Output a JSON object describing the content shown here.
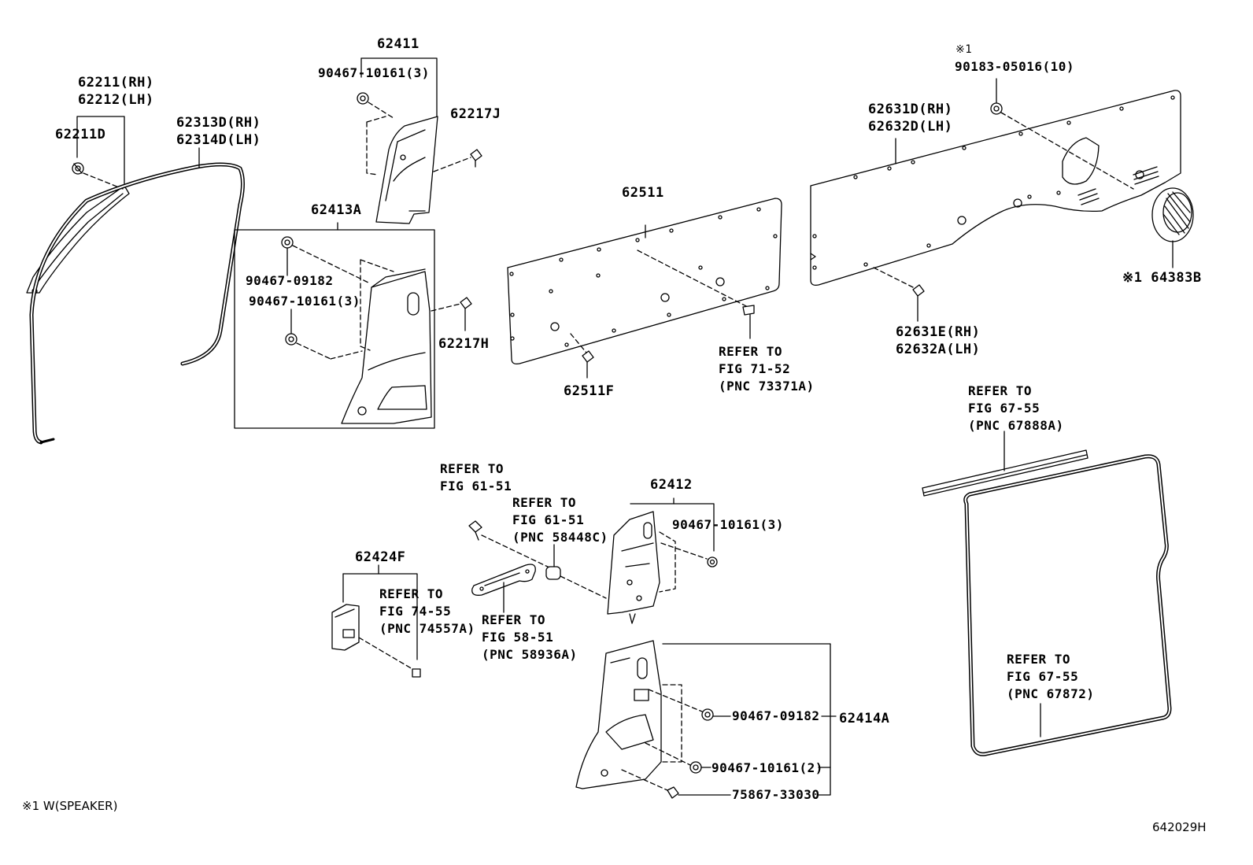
{
  "labels": {
    "p62211": "62211(RH)\n62212(LH)",
    "p62211d": "62211D",
    "p62313d": "62313D(RH)\n62314D(LH)",
    "p62411": "62411",
    "p90467_a": "90467-10161(3)",
    "p62217j": "62217J",
    "p62413a": "62413A",
    "p90467_09182_a": "90467-09182",
    "p90467_b": "90467-10161(3)",
    "p62217h": "62217H",
    "p62511": "62511",
    "p62511f": "62511F",
    "ref_71_52": "REFER TO\nFIG 71-52\n(PNC 73371A)",
    "mark_1_top": "※1",
    "p90183": "90183-05016(10)",
    "p62631d": "62631D(RH)\n62632D(LH)",
    "p64383b": "※1 64383B",
    "p62631e": "62631E(RH)\n62632A(LH)",
    "ref_67_55_a": "REFER TO\nFIG 67-55\n(PNC 67888A)",
    "ref_61_51_a": "REFER TO\nFIG 61-51",
    "ref_61_51_b": "REFER TO\nFIG 61-51\n(PNC 58448C)",
    "p62412": "62412",
    "p90467_c": "90467-10161(3)",
    "p62424f": "62424F",
    "ref_74_55": "REFER TO\nFIG 74-55\n(PNC 74557A)",
    "ref_58_51": "REFER TO\nFIG 58-51\n(PNC 58936A)",
    "p90467_09182_b": "90467-09182",
    "p62414a": "62414A",
    "p90467_10161_2": "90467-10161(2)",
    "p75867": "75867-33030",
    "ref_67_55_b": "REFER TO\nFIG 67-55\n(PNC 67872)"
  },
  "footnote": "※1 W(SPEAKER)",
  "drawing_code": "642029H"
}
